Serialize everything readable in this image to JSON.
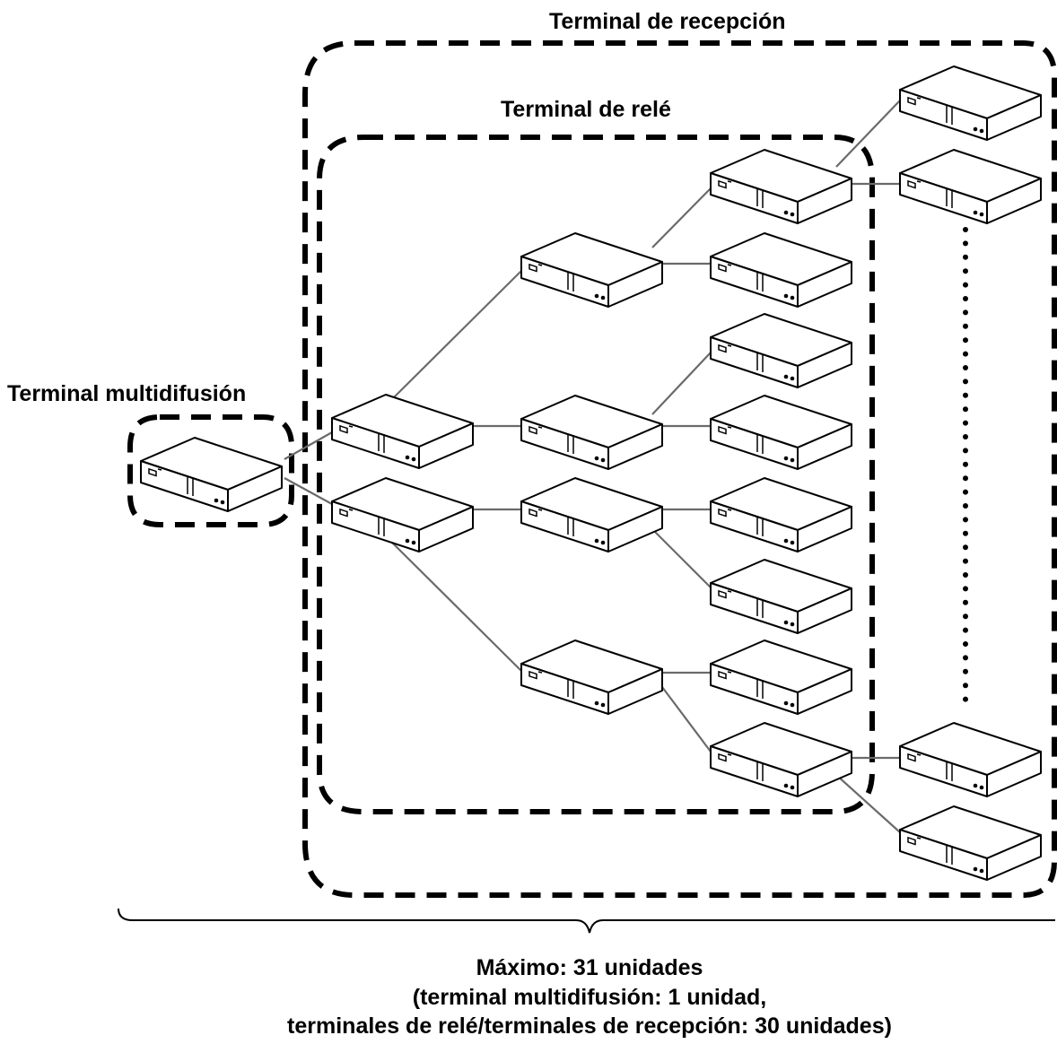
{
  "labels": {
    "multicast": "Terminal multidifusión",
    "relay": "Terminal de relé",
    "receive": "Terminal de recepción"
  },
  "caption": {
    "line1": "Máximo: 31 unidades",
    "line2": "(terminal multidifusión: 1 unidad,",
    "line3": "terminales de relé/terminales de recepción: 30 unidades)"
  },
  "icons": {
    "device": "network-terminal-device-icon",
    "continuation": "vertical-dotted-continuation"
  },
  "colors": {
    "border": "#000000",
    "connector": "#6a6a6a",
    "background": "#ffffff"
  }
}
